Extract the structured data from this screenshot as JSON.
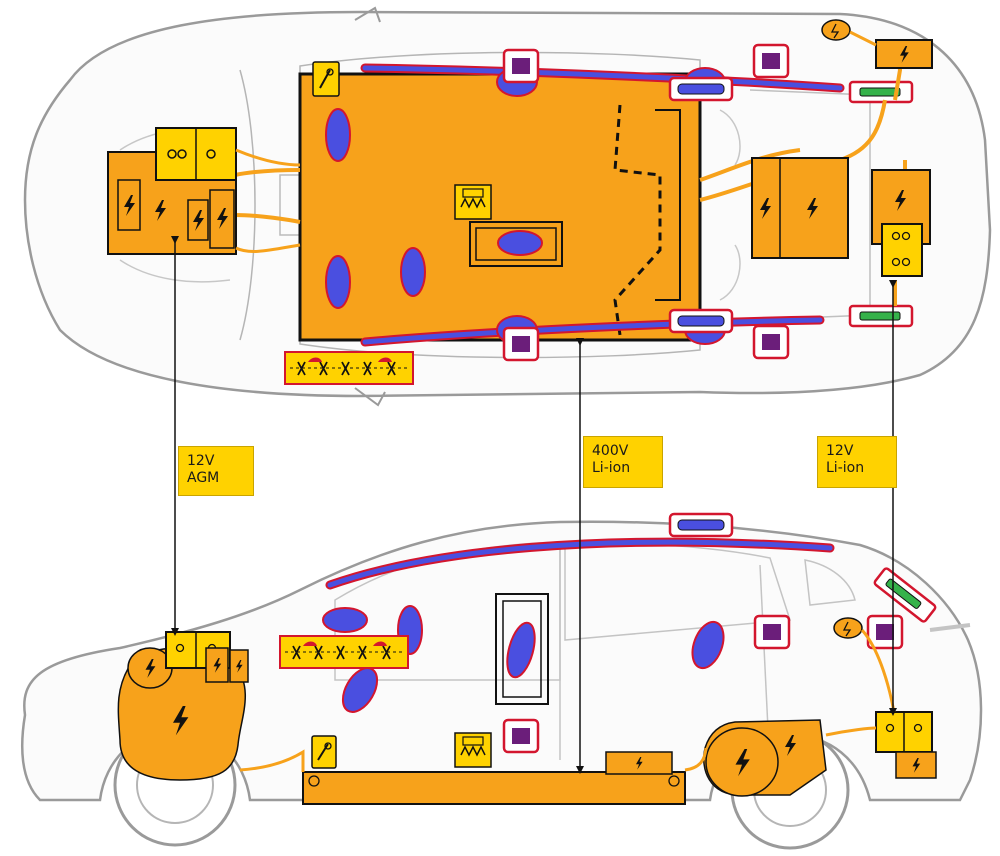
{
  "labels": {
    "agm": {
      "line1": "12V",
      "line2": "AGM"
    },
    "hv": {
      "line1": "400V",
      "line2": "Li-ion"
    },
    "liion12": {
      "line1": "12V",
      "line2": "Li-ion"
    }
  },
  "colors": {
    "orange": "#f7a21b",
    "airbag_blue": "#4a4fe0",
    "airbag_outline": "#d3162e",
    "module_purple": "#6b1e7a",
    "label_yellow": "#ffd200",
    "gas_green": "#35b24a",
    "car_outline": "#9a9a9a"
  },
  "icons": [
    "lightning-icon",
    "airbag-icon",
    "seatbelt-pretensioner-icon",
    "gas-generator-icon",
    "heater-icon",
    "battery-terminal-icon"
  ]
}
